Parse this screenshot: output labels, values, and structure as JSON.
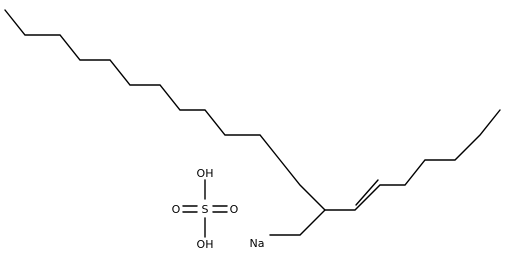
{
  "diagram": {
    "type": "skeletal-structure",
    "line_color": "#000000",
    "background": "#ffffff",
    "labels": {
      "sodium": "Na",
      "sulfur": "S",
      "oxygen_left": "O",
      "oxygen_right": "O",
      "hydroxyl_top": "OH",
      "hydroxyl_bottom": "OH"
    }
  }
}
